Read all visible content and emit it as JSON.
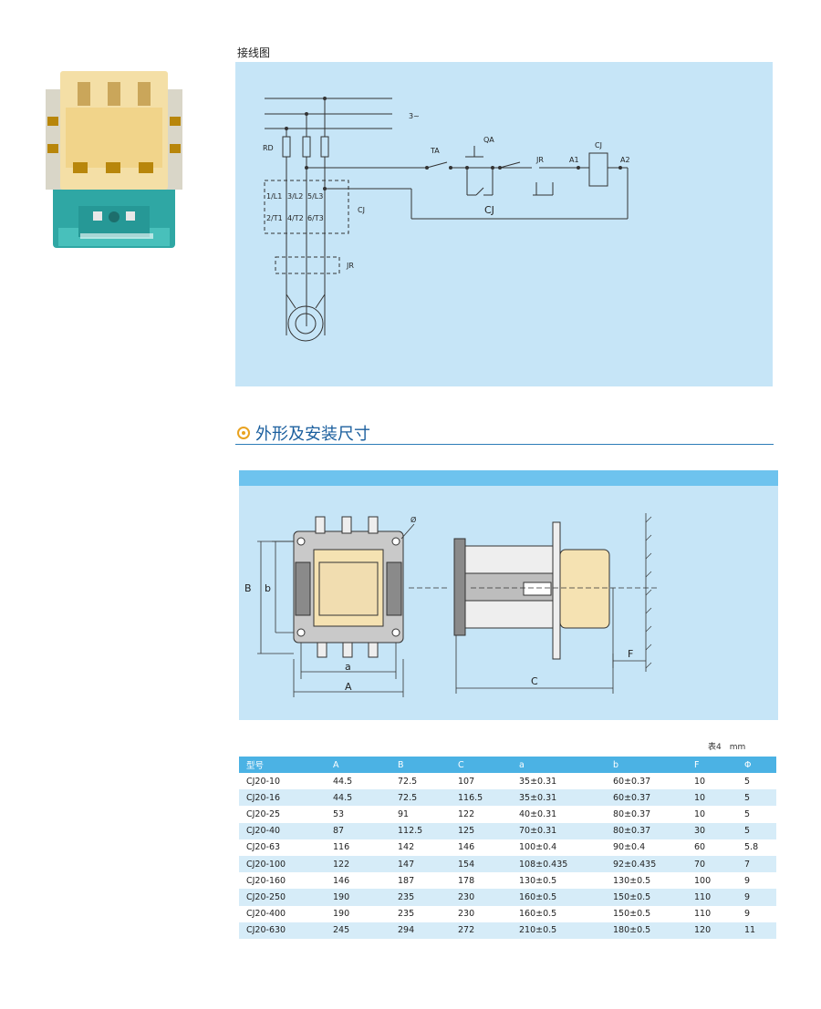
{
  "wiring": {
    "title": "接线图",
    "labels": {
      "phase": "3~",
      "rd": "RD",
      "ta": "TA",
      "qa": "QA",
      "jr": "JR",
      "a1": "A1",
      "a2": "A2",
      "cj": "CJ",
      "l1": "1/L1",
      "l2": "3/L2",
      "l3": "5/L3",
      "t1": "2/T1",
      "t2": "4/T2",
      "t3": "6/T3",
      "cj_box": "CJ",
      "cj_big": "CJ",
      "jr_box": "JR"
    }
  },
  "section": {
    "title": "外形及安装尺寸"
  },
  "dimensions": {
    "A": "A",
    "B": "B",
    "a": "a",
    "b": "b",
    "C": "C",
    "F": "F",
    "phi": "Ø"
  },
  "table": {
    "caption": "表4　mm",
    "headers": [
      "型号",
      "A",
      "B",
      "C",
      "a",
      "b",
      "F",
      "Φ"
    ],
    "rows": [
      [
        "CJ20-10",
        "44.5",
        "72.5",
        "107",
        "35±0.31",
        "60±0.37",
        "10",
        "5"
      ],
      [
        "CJ20-16",
        "44.5",
        "72.5",
        "116.5",
        "35±0.31",
        "60±0.37",
        "10",
        "5"
      ],
      [
        "CJ20-25",
        "53",
        "91",
        "122",
        "40±0.31",
        "80±0.37",
        "10",
        "5"
      ],
      [
        "CJ20-40",
        "87",
        "112.5",
        "125",
        "70±0.31",
        "80±0.37",
        "30",
        "5"
      ],
      [
        "CJ20-63",
        "116",
        "142",
        "146",
        "100±0.4",
        "90±0.4",
        "60",
        "5.8"
      ],
      [
        "CJ20-100",
        "122",
        "147",
        "154",
        "108±0.435",
        "92±0.435",
        "70",
        "7"
      ],
      [
        "CJ20-160",
        "146",
        "187",
        "178",
        "130±0.5",
        "130±0.5",
        "100",
        "9"
      ],
      [
        "CJ20-250",
        "190",
        "235",
        "230",
        "160±0.5",
        "150±0.5",
        "110",
        "9"
      ],
      [
        "CJ20-400",
        "190",
        "235",
        "230",
        "160±0.5",
        "150±0.5",
        "110",
        "9"
      ],
      [
        "CJ20-630",
        "245",
        "294",
        "272",
        "210±0.5",
        "180±0.5",
        "120",
        "11"
      ]
    ]
  }
}
